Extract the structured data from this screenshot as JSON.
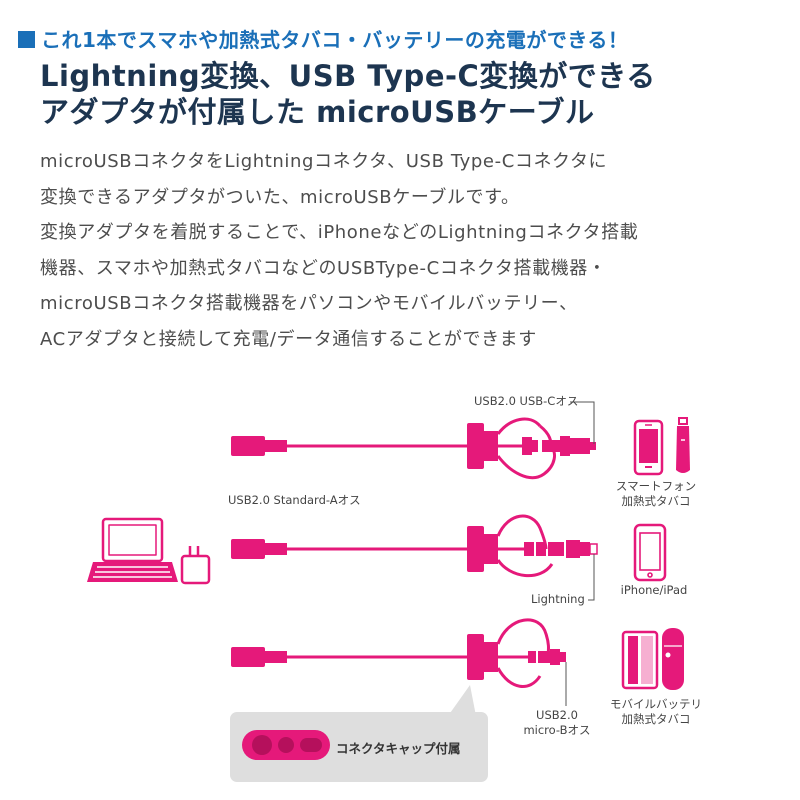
{
  "header": {
    "kicker": "これ1本でスマホや加熱式タバコ・バッテリーの充電ができる！",
    "title_lines": [
      "Lightning変換、USB Type-C変換ができる",
      "アダプタが付属した microUSBケーブル"
    ]
  },
  "description_lines": [
    "microUSBコネクタをLightningコネクタ、USB Type-Cコネクタに",
    "変換できるアダプタがついた、microUSBケーブルです。",
    "変換アダプタを着脱することで、iPhoneなどのLightningコネクタ搭載",
    "機器、スマホや加熱式タバコなどのUSBType-Cコネクタ搭載機器・",
    "microUSBコネクタ搭載機器をパソコンやモバイルバッテリー、",
    "ACアダプタと接続して充電/データ通信することができます"
  ],
  "diagram": {
    "labels": {
      "usb_c": "USB2.0 USB-Cオス",
      "standard_a": "USB2.0 Standard-Aオス",
      "lightning": "Lightning",
      "micro_b_line1": "USB2.0",
      "micro_b_line2": "micro-Bオス",
      "device_smartphone_line1": "スマートフォン",
      "device_smartphone_line2": "加熱式タバコ",
      "device_iphone": "iPhone/iPad",
      "device_battery_line1": "モバイルバッテリ",
      "device_battery_line2": "加熱式タバコ",
      "cap_caption": "コネクタキャップ付属"
    },
    "colors": {
      "cable": "#e5197a",
      "device_outline": "#e5197a",
      "text": "#444444",
      "title": "#1d3550",
      "accent": "#1a6fb8",
      "cap_box": "#dedede"
    },
    "icons": [
      "laptop-icon",
      "ac-adapter-icon",
      "smartphone-icon",
      "e-cigarette-icon",
      "iphone-icon",
      "mobile-battery-icon"
    ]
  }
}
